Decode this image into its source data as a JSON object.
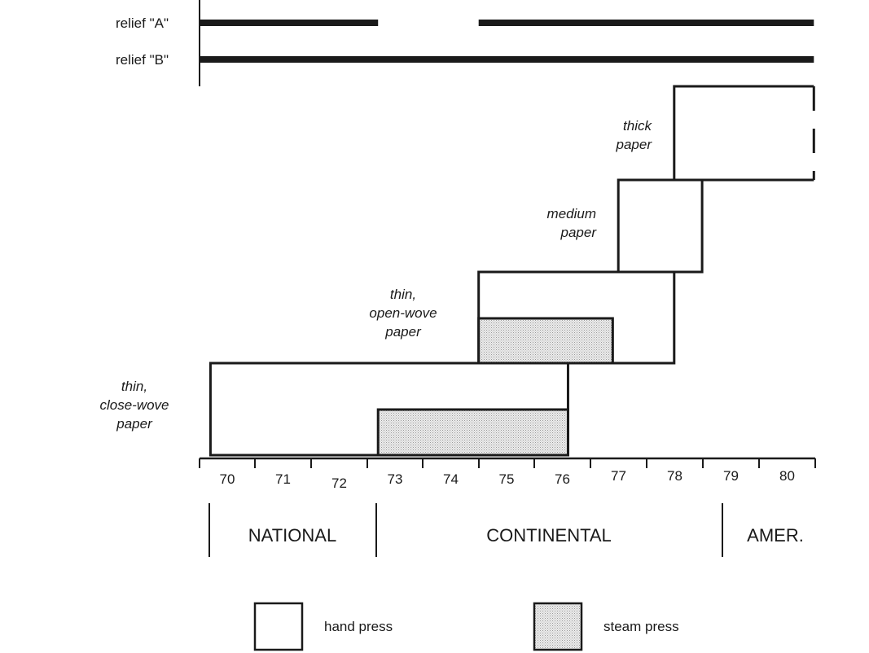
{
  "chart_data": {
    "type": "gantt",
    "x_ticks": [
      "70",
      "71",
      "72",
      "73",
      "74",
      "75",
      "76",
      "77",
      "78",
      "79",
      "80"
    ],
    "relief_lines": [
      {
        "label": "relief \"A\"",
        "segments": [
          [
            69.5,
            72.7
          ],
          [
            74.5,
            80.5
          ]
        ]
      },
      {
        "label": "relief \"B\"",
        "segments": [
          [
            69.5,
            80.5
          ]
        ]
      }
    ],
    "papers": [
      {
        "label_lines": [
          "thin,",
          "close-wove",
          "paper"
        ],
        "hand_press": [
          69.7,
          76.1
        ],
        "steam_press": [
          72.7,
          76.1
        ]
      },
      {
        "label_lines": [
          "thin,",
          "open-wove",
          "paper"
        ],
        "hand_press": [
          74.5,
          78.0
        ],
        "steam_press": [
          74.5,
          76.9
        ]
      },
      {
        "label_lines": [
          "medium",
          "paper"
        ],
        "hand_press": [
          77.0,
          78.5
        ],
        "steam_press": null
      },
      {
        "label_lines": [
          "thick",
          "paper"
        ],
        "hand_press": [
          78.0,
          80.5
        ],
        "steam_press": null,
        "open_end": true
      }
    ],
    "eras": [
      {
        "label": "NATIONAL",
        "range": [
          69.7,
          72.7
        ]
      },
      {
        "label": "CONTINENTAL",
        "range": [
          72.7,
          78.85
        ]
      },
      {
        "label": "AMER.",
        "range": [
          78.85,
          80.5
        ]
      }
    ],
    "legend": [
      {
        "label": "hand press",
        "fill": "#ffffff"
      },
      {
        "label": "steam press",
        "fill": "#e4e4e4"
      }
    ],
    "colors": {
      "ink": "#1a1a1a",
      "steam_fill": "#e4e4e4"
    }
  }
}
